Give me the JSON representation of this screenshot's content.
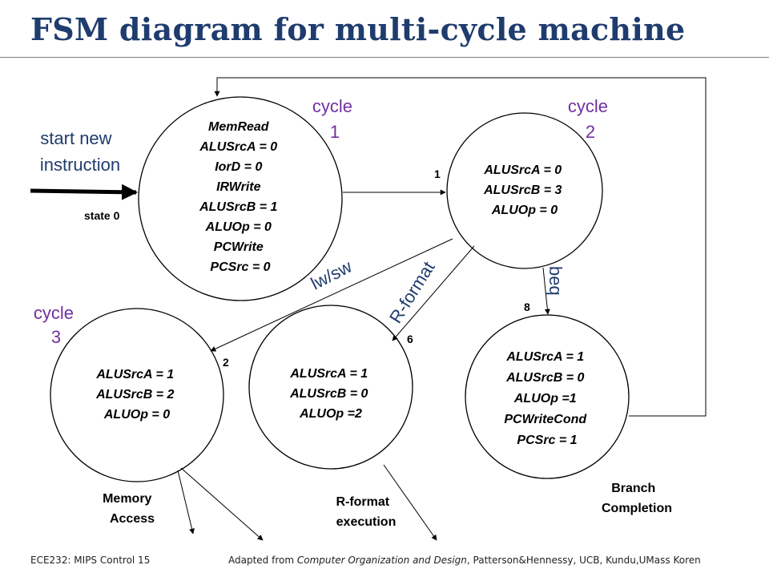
{
  "title": "FSM diagram for multi-cycle machine",
  "start_label": [
    "start new",
    "instruction"
  ],
  "state0_label": "state 0",
  "cycles": {
    "c1": [
      "cycle",
      "1"
    ],
    "c2": [
      "cycle",
      "2"
    ],
    "c3": [
      "cycle",
      "3"
    ]
  },
  "states": {
    "s0": [
      "MemRead",
      "ALUSrcA = 0",
      "IorD = 0",
      "IRWrite",
      "ALUSrcB = 1",
      "ALUOp = 0",
      "PCWrite",
      "PCSrc = 0"
    ],
    "s1": [
      "ALUSrcA = 0",
      "ALUSrcB = 3",
      "ALUOp = 0"
    ],
    "s2": [
      "ALUSrcA = 1",
      "ALUSrcB = 2",
      "ALUOp = 0"
    ],
    "s6": [
      "ALUSrcA = 1",
      "ALUSrcB = 0",
      "ALUOp =2"
    ],
    "s8": [
      "ALUSrcA = 1",
      "ALUSrcB = 0",
      "ALUOp =1",
      "PCWriteCond",
      "PCSrc = 1"
    ]
  },
  "state_numbers": {
    "n1": "1",
    "n2": "2",
    "n6": "6",
    "n8": "8"
  },
  "transitions": {
    "lwsw": "lw/sw",
    "rformat": "R-format",
    "beq": "beq"
  },
  "phase_labels": {
    "memory": [
      "Memory",
      "Access"
    ],
    "rformat": [
      "R-format",
      "execution"
    ],
    "branch": [
      "Branch",
      "Completion"
    ]
  },
  "footer": {
    "left": "ECE232: MIPS Control 15",
    "right_prefix": "Adapted from ",
    "right_book": "Computer Organization and Design",
    "right_suffix": ", Patterson&Hennessy, UCB, Kundu,UMass      Koren"
  },
  "colors": {
    "title": "#1f3c6e",
    "cycle": "#7030a0",
    "blue_text": "#1f3c6e"
  }
}
